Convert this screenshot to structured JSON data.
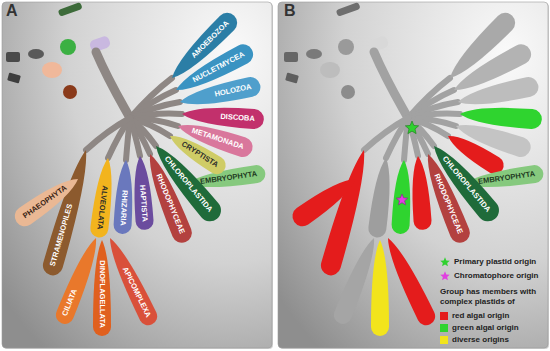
{
  "diagram": {
    "nodes": [
      {
        "text": [
          "AMOEBOZOA"
        ]
      },
      {
        "text": [
          "NUCLETMYCEA"
        ]
      },
      {
        "text": [
          "HOLOZOA"
        ]
      },
      {
        "text": [
          "DISCOBA"
        ]
      },
      {
        "text": [
          "METAMONADA"
        ]
      },
      {
        "text": [
          "CRYPTISTA"
        ]
      },
      {
        "text": [
          "CHLOROPLASTIDA"
        ]
      },
      {
        "text": [
          "EMBRYOPHYTA"
        ]
      },
      {
        "text": [
          "RHODOPHYCEAE"
        ]
      },
      {
        "text": [
          "HAPTISTA"
        ]
      },
      {
        "text": [
          "RHIZARIA"
        ]
      },
      {
        "text": [
          "ALVEOLATA"
        ]
      },
      {
        "text": [
          "CILIATA"
        ]
      },
      {
        "text": [
          "DINOFLAGELLATA"
        ]
      },
      {
        "text": [
          "APICOMPLEXA"
        ]
      },
      {
        "text": [
          "STRAMENOPILES"
        ]
      },
      {
        "text": [
          "PHAEOPHYTA"
        ]
      },
      {
        "text": [
          "CHLOROPLASTIDA"
        ]
      },
      {
        "text": [
          "EMBRYOPHYTA"
        ]
      },
      {
        "text": [
          "RHODOPHYCEAE"
        ]
      }
    ],
    "labels": [
      "A",
      "B",
      "Group has members with complex plastids of"
    ],
    "legend": [
      {
        "text": "Primary plastid origin"
      },
      {
        "text": "Chromatophore origin"
      },
      {
        "text": "red algal origin",
        "color": "#e41c1c"
      },
      {
        "text": "green algal origin",
        "color": "#2fd42f"
      },
      {
        "text": "diverse origins",
        "color": "#f2e41c"
      }
    ]
  }
}
